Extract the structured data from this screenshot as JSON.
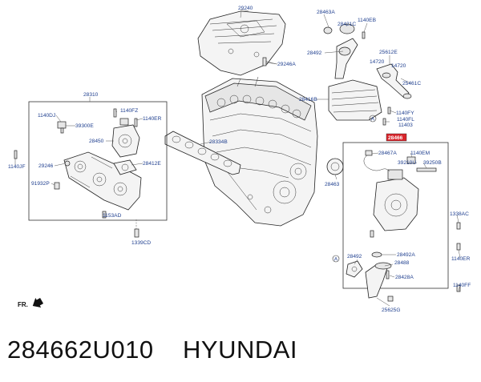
{
  "caption": "284662U010    HYUNDAI",
  "front_label": "FR.",
  "callouts": {
    "p29240": "29240",
    "p28463A": "28463A",
    "p1140EB": "1140EB",
    "p28421C": "28421C",
    "p28492_top": "28492",
    "p25612E": "25612E",
    "p14720_a": "14720",
    "p14720_b": "14720",
    "p25461C": "25461C",
    "p29246A": "29246A",
    "p28416B": "28416B",
    "p1140FY": "1140FY",
    "p1140FL": "1140FL",
    "p11403": "11403",
    "p28466": "28466",
    "p28310": "28310",
    "p1140DJ": "1140DJ",
    "p1140FZ": "1140FZ",
    "p1140ER_l": "1140ER",
    "p39300E": "39300E",
    "p28450": "28450",
    "p28334B": "28334B",
    "p29246": "29246",
    "p28412E": "28412E",
    "p1140JF": "1140JF",
    "p91932P": "91932P",
    "p1153AD": "1153AD",
    "p1339CD": "1339CD",
    "p28467A": "28467A",
    "p1140EM": "1140EM",
    "p39210U": "39210U",
    "p39250B": "39250B",
    "p28463": "28463",
    "p1338AC": "1338AC",
    "p28492_bot": "28492",
    "p28492A": "28492A",
    "p28488": "28488",
    "p28428A": "28428A",
    "p1140ER_r": "1140ER",
    "p1140FF": "1140FF",
    "p25625G": "25625G",
    "ref_a_top": "A",
    "ref_a_bot": "A"
  }
}
